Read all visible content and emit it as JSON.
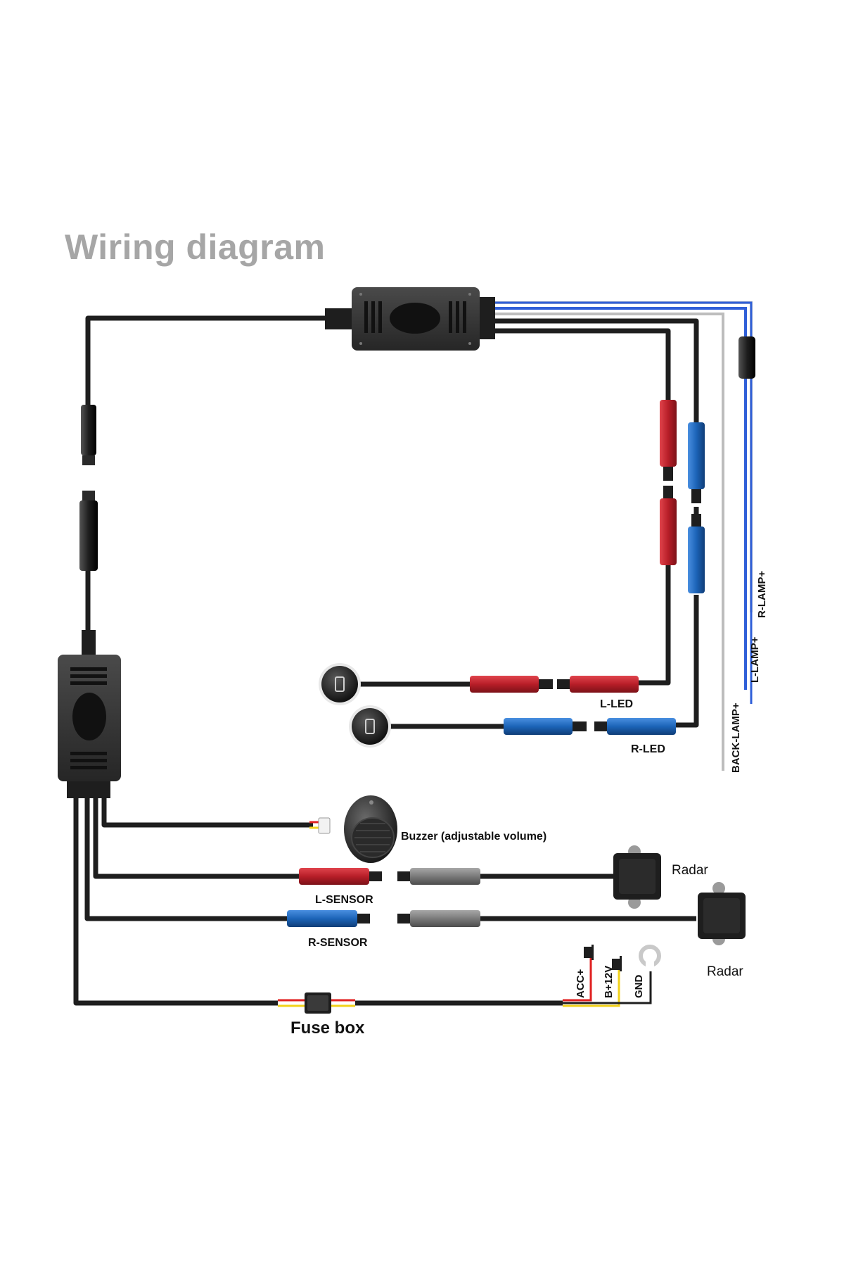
{
  "title": "Wiring diagram",
  "labels": {
    "r_lamp": "R-LAMP+",
    "l_lamp": "L-LAMP+",
    "back_lamp": "BACK-LAMP+",
    "l_led": "L-LED",
    "r_led": "R-LED",
    "buzzer": "Buzzer (adjustable volume)",
    "radar_1": "Radar",
    "radar_2": "Radar",
    "l_sensor": "L-SENSOR",
    "r_sensor": "R-SENSOR",
    "acc": "ACC+",
    "b12v": "B+12V",
    "gnd": "GND",
    "fuse_box": "Fuse box"
  },
  "colors": {
    "cable": "#1e1e1e",
    "red_connector": "#c0242c",
    "blue_connector": "#1c64b8",
    "grey_connector": "#7a7a7a",
    "lamp_blue": "#2f5fd8",
    "lamp_grey": "#bdbdbd",
    "acc_wire": "#e02020",
    "b12v_wire": "#f2d21a"
  }
}
